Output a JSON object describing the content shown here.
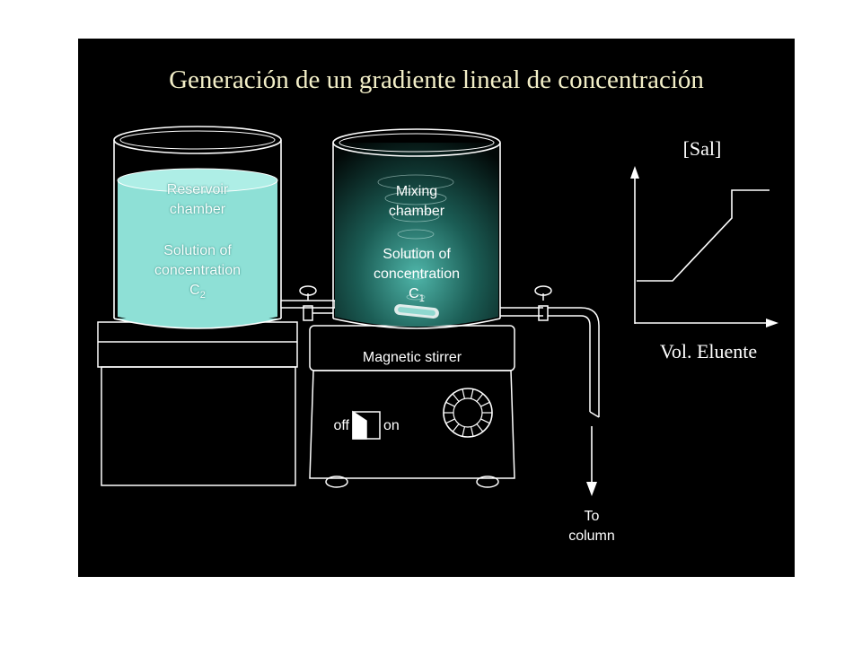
{
  "slide": {
    "title": "Generación de un gradiente lineal de concentración",
    "background": "#000000",
    "liquid_color": "#8ee0d6"
  },
  "reservoir": {
    "name_line1": "Reservoir",
    "name_line2": "chamber",
    "solution_line1": "Solution of",
    "solution_line2": "concentration",
    "conc_symbol": "C",
    "conc_subscript": "2"
  },
  "mixing": {
    "name_line1": "Mixing",
    "name_line2": "chamber",
    "solution_line1": "Solution of",
    "solution_line2": "concentration",
    "conc_symbol": "C",
    "conc_subscript": "1"
  },
  "stirrer": {
    "label": "Magnetic stirrer",
    "switch_off": "off",
    "switch_on": "on"
  },
  "outlet": {
    "line1": "To",
    "line2": "column"
  },
  "graph": {
    "y_label": "[Sal]",
    "x_label": "Vol. Eluente"
  }
}
